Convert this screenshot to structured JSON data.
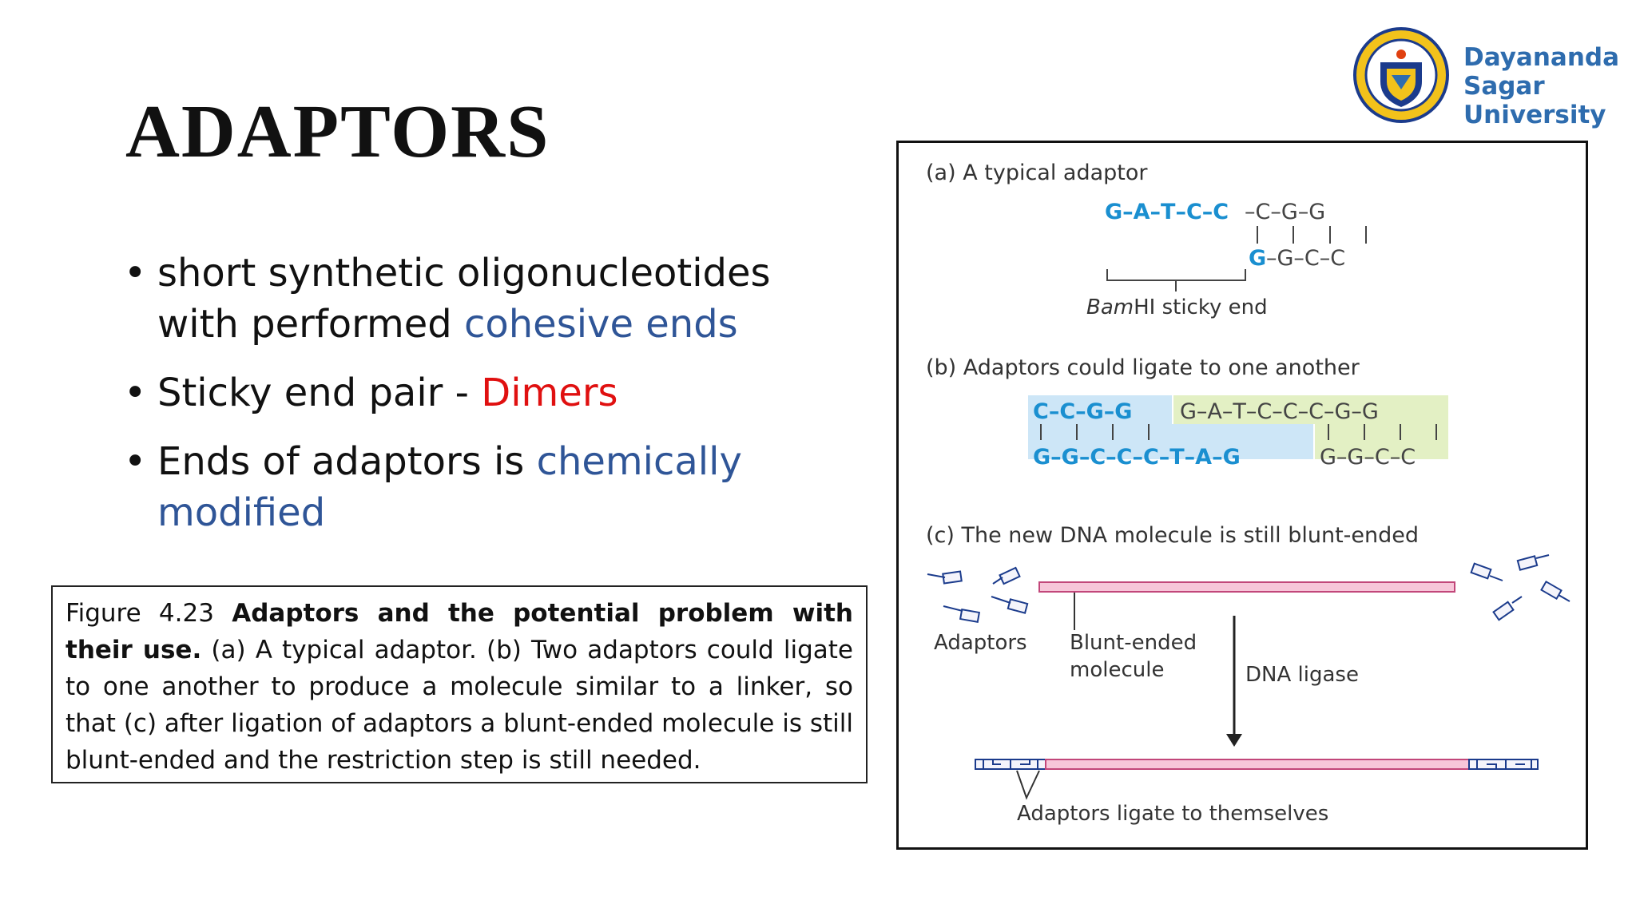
{
  "slide": {
    "title": "ADAPTORS",
    "bullets": [
      {
        "text": "short synthetic oligonucleotides with performed ",
        "highlight": "cohesive ends"
      },
      {
        "text": "Sticky end pair - ",
        "highlight": "Dimers"
      },
      {
        "text": "Ends of adaptors is ",
        "highlight": "chemically modified"
      }
    ],
    "caption": {
      "figure_label": "Figure 4.23 ",
      "bold": "Adaptors and the potential problem with their use.",
      "body": " (a) A typical adaptor. (b) Two adaptors could ligate to one another to produce a molecule similar to a linker, so that (c) after ligation of adaptors a blunt-ended molecule is still blunt-ended and the restriction step is still needed."
    }
  },
  "logo": {
    "name_line1": "Dayananda Sagar",
    "name_line2": "University",
    "icon": "university-seal-icon"
  },
  "figure": {
    "panel_a": {
      "label": "(a) A typical adaptor",
      "top_strand_blue": "G–A–T–C–C",
      "top_strand_gray": "–C–G–G",
      "bottom_strand_blue": "G",
      "bottom_strand_gray": "–G–C–C",
      "bracket_label_italic": "Bam",
      "bracket_label_rest": "HI sticky end"
    },
    "panel_b": {
      "label": "(b) Adaptors could ligate to one another",
      "left_top": "C–C–G–G",
      "left_bottom": "G–G–C–C–C–T–A–G",
      "right_top": "G–A–T–C–C–C–G–G",
      "right_bottom": "G–G–C–C"
    },
    "panel_c": {
      "label": "(c) The new DNA molecule is still blunt-ended",
      "adaptors_label": "Adaptors",
      "blunt_line1": "Blunt-ended",
      "blunt_line2": "molecule",
      "ligase_label": "DNA ligase",
      "bottom_label": "Adaptors ligate to themselves"
    },
    "colors": {
      "blue_text": "#1a8fd0",
      "blue_box": "#cde6f7",
      "green_box": "#e3f0c4",
      "pink_molecule": "#f7c6d9",
      "pink_stroke": "#c2477a"
    }
  }
}
